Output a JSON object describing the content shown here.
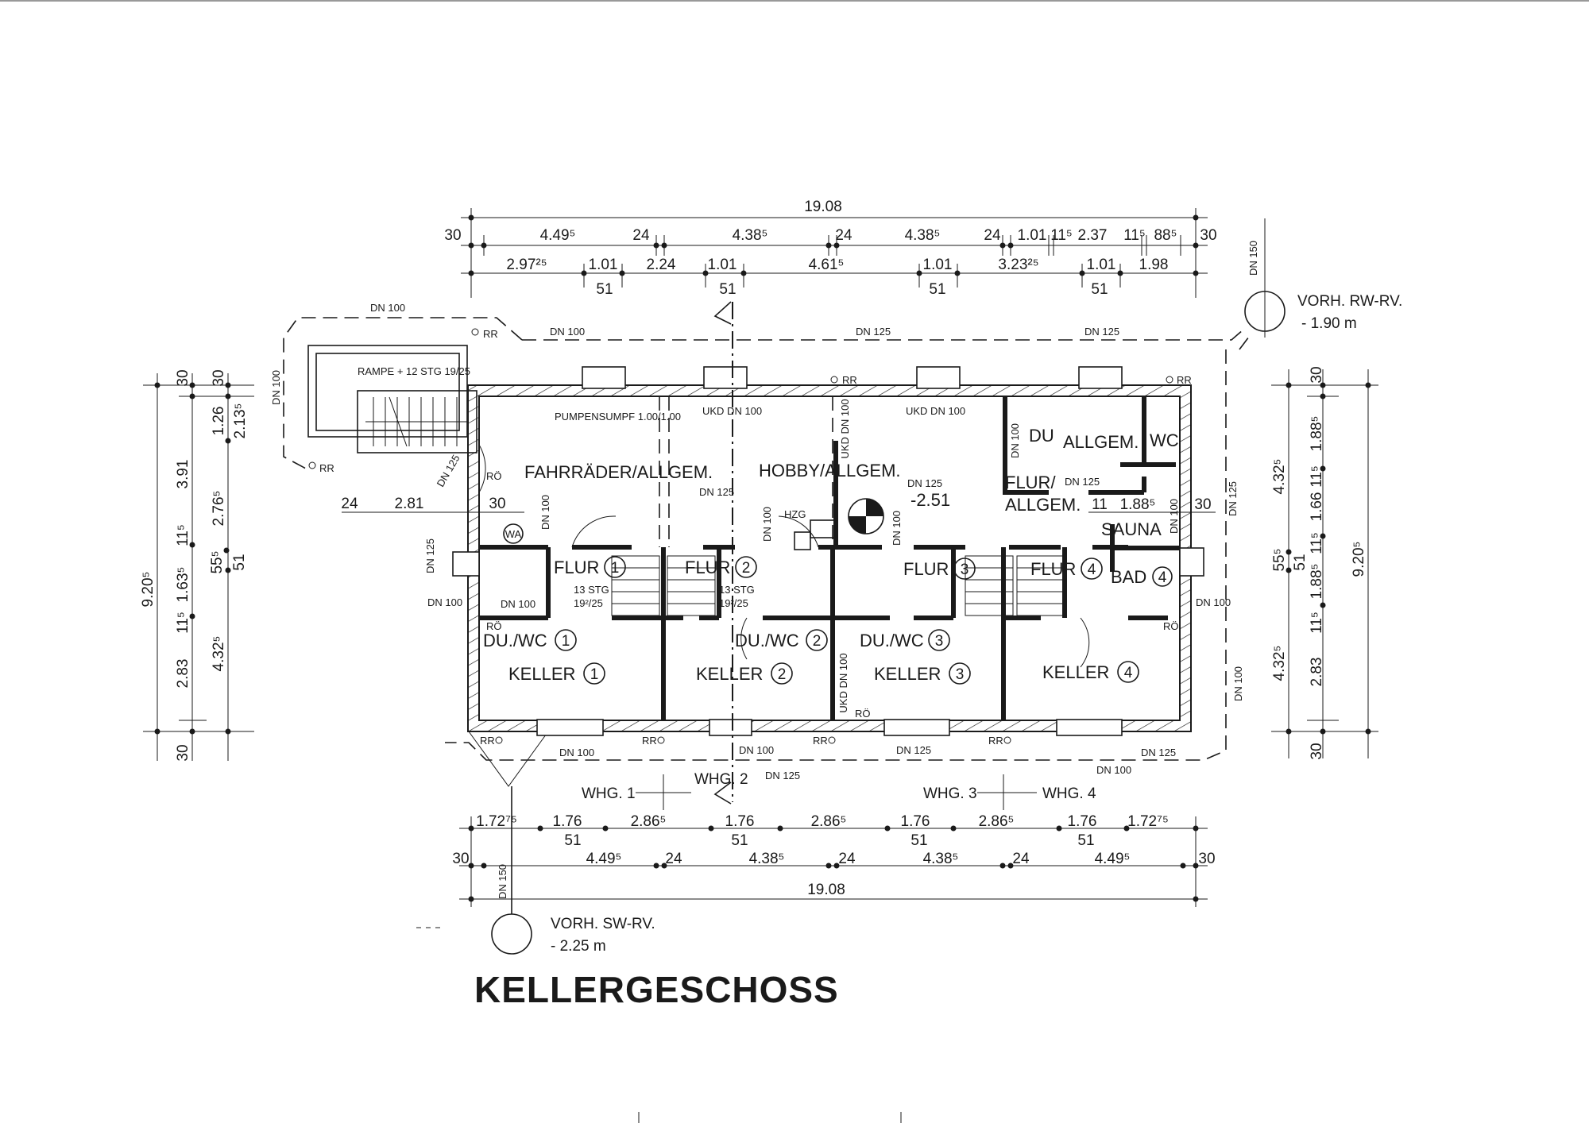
{
  "title": "KELLERGESCHOSS",
  "rooms": {
    "fahrraeder": "FAHRRÄDER/ALLGEM.",
    "hobby": "HOBBY/ALLGEM.",
    "allgem": "ALLGEM.",
    "du": "DU",
    "wc": "WC",
    "flur_allgem_1": "FLUR/",
    "flur_allgem_2": "ALLGEM.",
    "sauna": "SAUNA",
    "bad": "BAD",
    "flur": "FLUR",
    "du_wc": "DU./WC",
    "keller": "KELLER",
    "ramp": "RAMPE + 12 STG 19/25",
    "pumpensumpf": "PUMPENSUMPF 1.00/1.00",
    "hzg": "HZG",
    "wa": "WA",
    "stairs": "13 STG",
    "stairs_ratio": "19²/25"
  },
  "unit_numbers": [
    "1",
    "2",
    "3",
    "4"
  ],
  "units": [
    "WHG. 1",
    "WHG. 2",
    "WHG. 3",
    "WHG. 4"
  ],
  "level": "-2.51",
  "pipes": {
    "dn100": "DN 100",
    "dn125": "DN 125",
    "dn150": "DN 150",
    "ukd_dn100": "UKD DN 100",
    "rr": "RR",
    "ro": "RÖ"
  },
  "sewer": {
    "sw": {
      "label": "VORH. SW-RV.",
      "depth": "- 2.25 m"
    },
    "rw": {
      "label": "VORH. RW-RV.",
      "depth": "- 1.90 m"
    }
  },
  "dims": {
    "total": "19.08",
    "top_row1": [
      "30",
      "4.49⁵",
      "24",
      "4.38⁵",
      "24",
      "4.38⁵",
      "24",
      "1.01",
      "11⁵",
      "2.37",
      "11⁵",
      "88⁵",
      "30"
    ],
    "top_row2": [
      "2.97²⁵",
      "1.01",
      "2.24",
      "1.01",
      "4.61⁵",
      "1.01",
      "3.23²⁵",
      "1.01",
      "1.98"
    ],
    "opening_height": "51",
    "bottom_row1": [
      "1.72⁷⁵",
      "1.76",
      "2.86⁵",
      "1.76",
      "2.86⁵",
      "1.76",
      "2.86⁵",
      "1.76",
      "1.72⁷⁵"
    ],
    "bottom_row2": [
      "30",
      "4.49⁵",
      "24",
      "4.38⁵",
      "24",
      "4.38⁵",
      "24",
      "4.49⁵",
      "30"
    ],
    "left_total": "9.20⁵",
    "left_col1": [
      "30",
      "3.91",
      "11⁵",
      "1.63⁵",
      "11⁵",
      "2.83",
      "30"
    ],
    "left_col2": [
      "30",
      "1.26",
      "2.13⁵",
      "2.76⁵",
      "55⁵",
      "51",
      "4.32⁵"
    ],
    "left_inner": [
      "24",
      "2.81",
      "30"
    ],
    "right_total": "9.20⁵",
    "right_col1": [
      "30",
      "1.88⁵",
      "11⁵",
      "1.66",
      "11⁵",
      "51",
      "1.88⁵",
      "11⁵",
      "2.83",
      "30"
    ],
    "right_col2": [
      "4.32⁵",
      "55⁵",
      "4.32⁵"
    ],
    "right_inner": [
      "11",
      "1.88⁵",
      "30"
    ]
  }
}
